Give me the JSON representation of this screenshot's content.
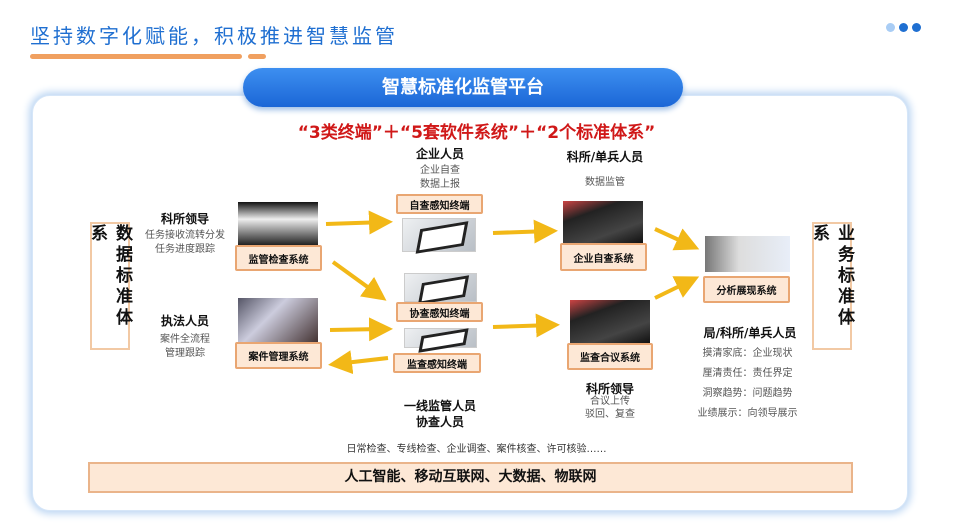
{
  "title": "坚持数字化赋能，积极推进智慧监管",
  "platform": "智慧标准化监管平台",
  "subtitle": "“3类终端”＋“5套软件系统”＋“2个标准体系”",
  "left_standard": "数据标准体系",
  "right_standard": "业务标准体系",
  "roles": {
    "leader": {
      "title": "科所领导",
      "desc": [
        "任务接收流转分发",
        "任务进度跟踪"
      ]
    },
    "enforcer": {
      "title": "执法人员",
      "desc": [
        "案件全流程",
        "管理跟踪"
      ]
    },
    "enterprise": {
      "title": "企业人员",
      "desc": [
        "企业自查",
        "数据上报"
      ]
    },
    "frontline": {
      "title": [
        "一线监管人员",
        "协查人员"
      ]
    },
    "unit": {
      "title": "科所/单兵人员",
      "desc": [
        "数据监管"
      ]
    },
    "leader2": {
      "title": "科所领导",
      "desc": [
        "合议上传",
        "驳回、复查"
      ]
    },
    "bureau": {
      "title": "局/科所/单兵人员",
      "desc": [
        "摸清家底：企业现状",
        "厘清责任：责任界定",
        "洞察趋势：问题趋势",
        "业绩展示：向领导展示"
      ]
    }
  },
  "systems": {
    "inspection": "监管检查系统",
    "case": "案件管理系统",
    "self_check": "企业自查系统",
    "deliberation": "监查合议系统",
    "analysis": "分析展现系统"
  },
  "terminals": {
    "self": "自查感知终端",
    "assist": "协查感知终端",
    "supervise": "监查感知终端"
  },
  "bottom_text": "日常检查、专线检查、企业调查、案件核查、许可核验……",
  "tech_bar": "人工智能、移动互联网、大数据、物联网",
  "colors": {
    "title": "#1f6fd1",
    "accent": "#f0a060",
    "subtitle": "#d01818",
    "arrow": "#f2b817"
  }
}
